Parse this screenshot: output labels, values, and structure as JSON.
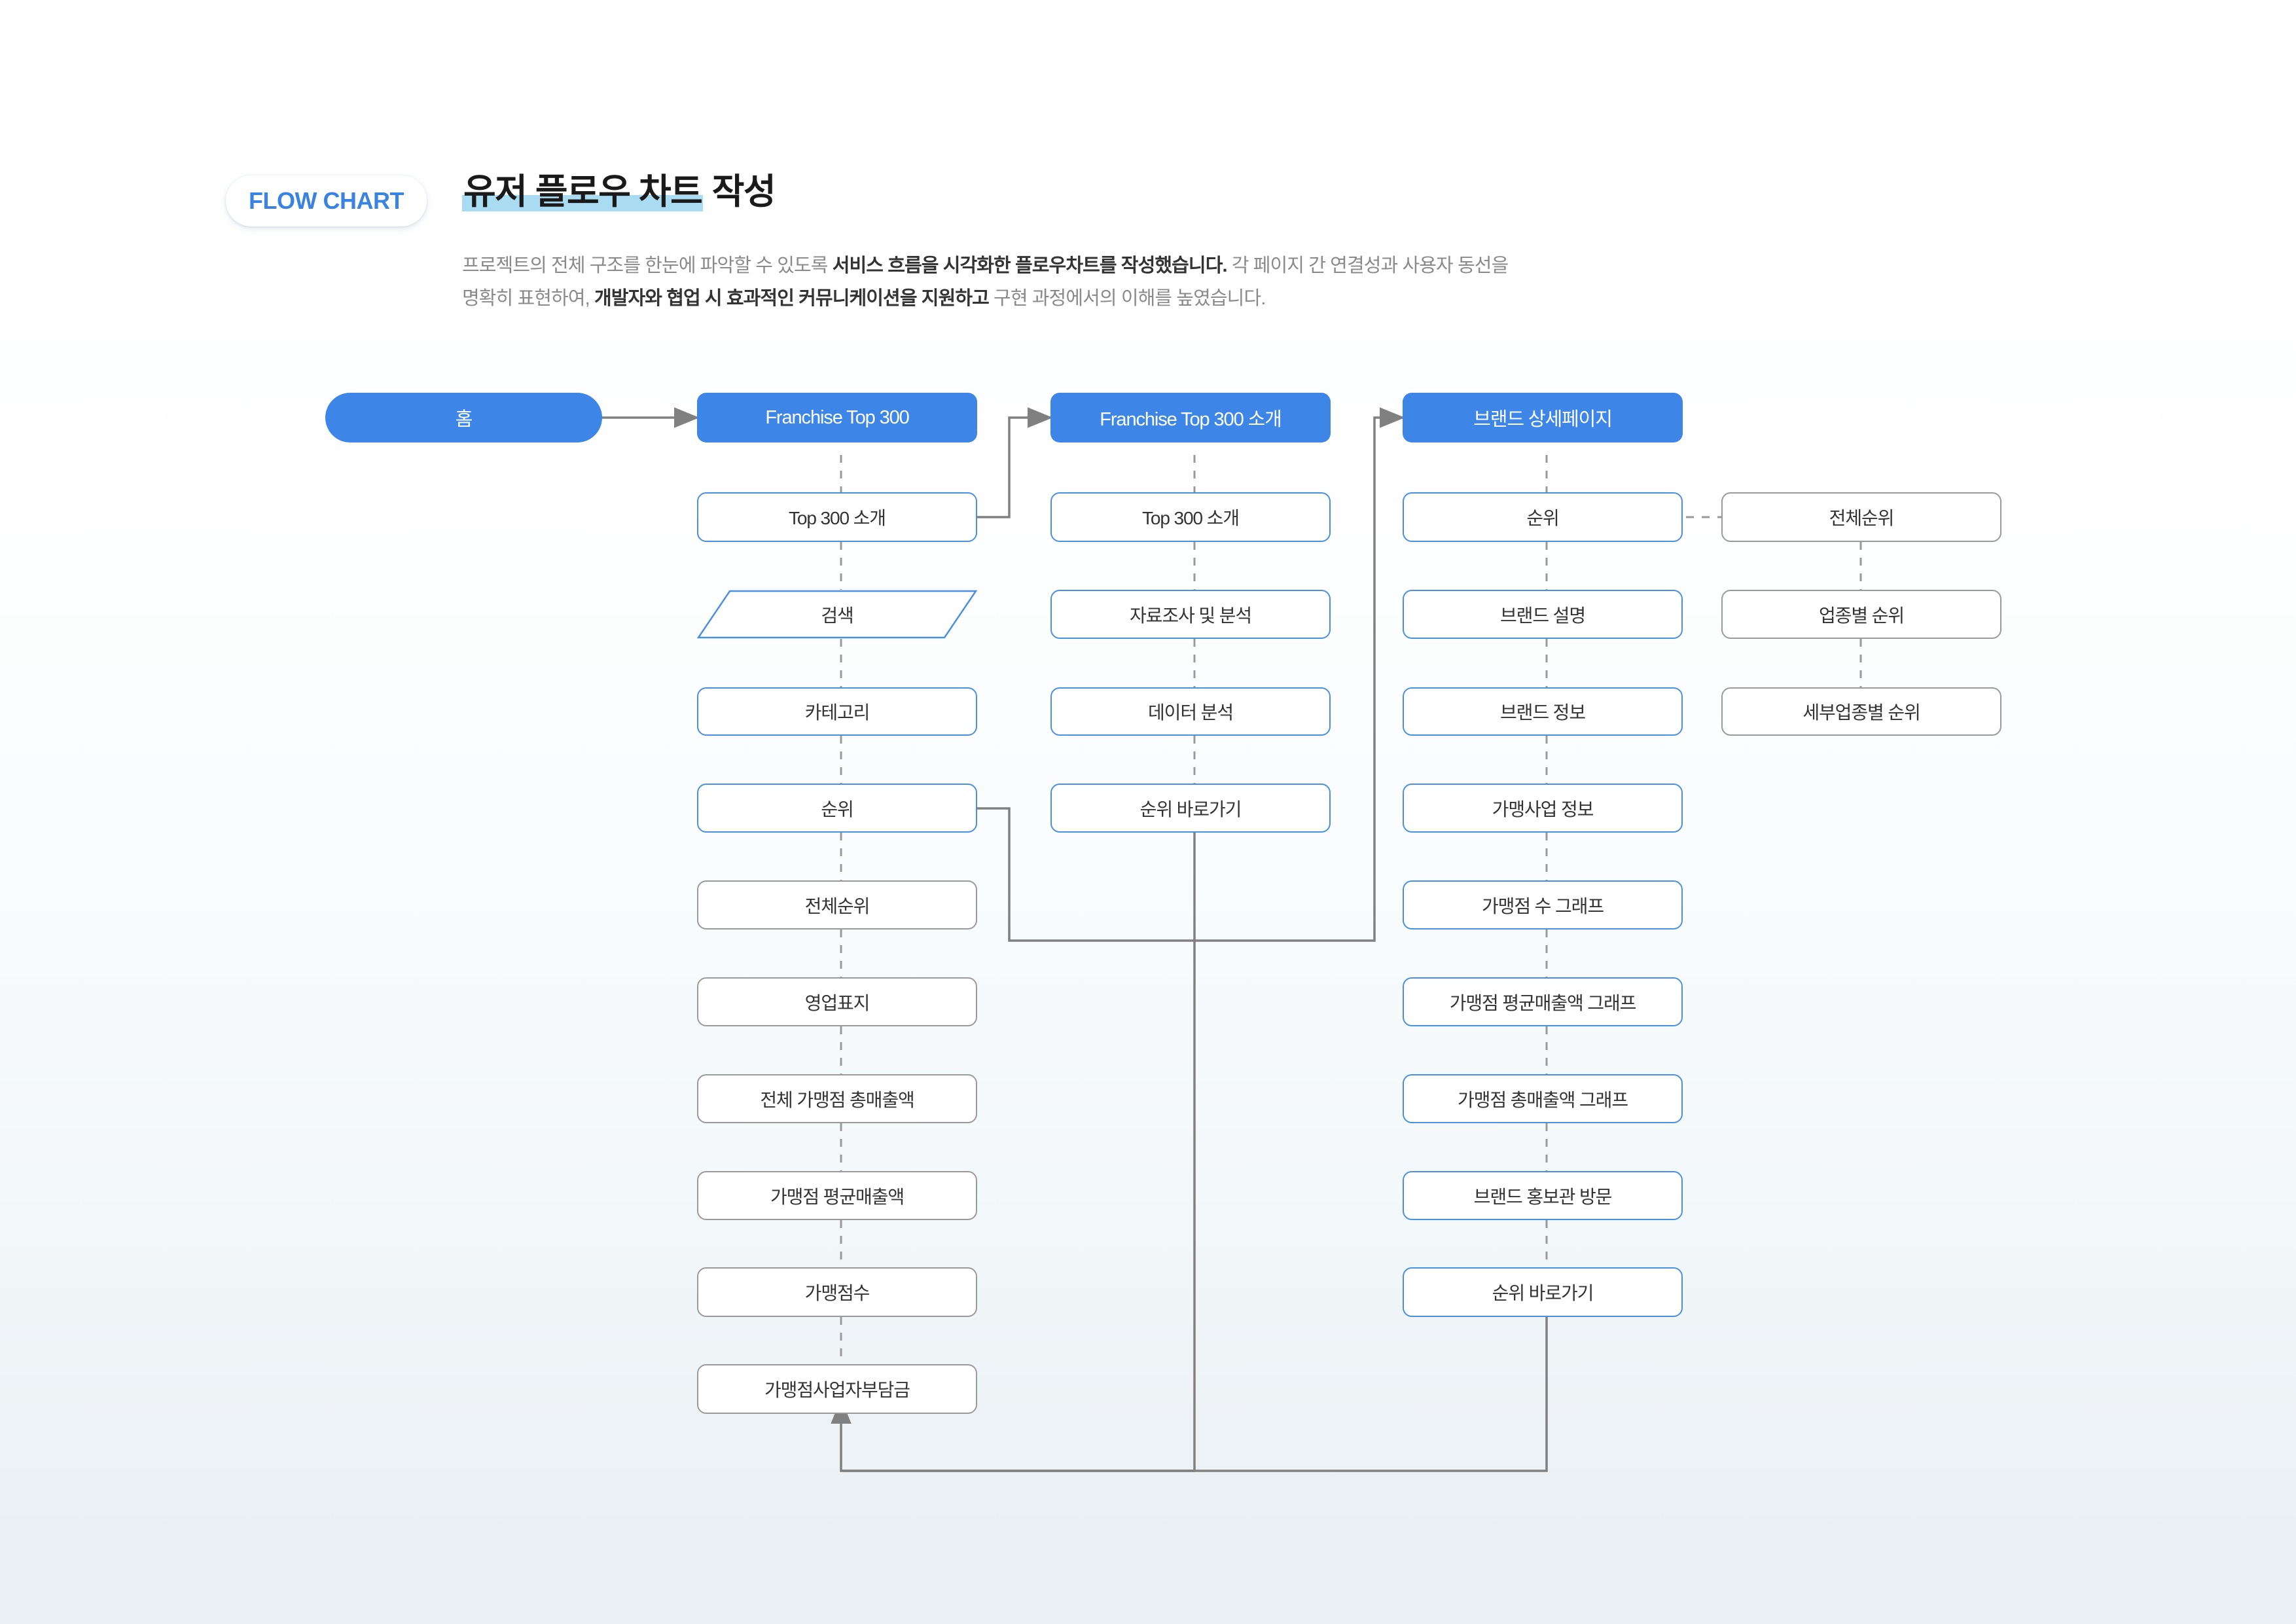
{
  "header": {
    "badge_label": "FLOW CHART",
    "title_highlight": "유저 플로우 차트",
    "title_rest": " 작성",
    "description_line1_a": "프로젝트의 전체 구조를 한눈에 파악할 수 있도록 ",
    "description_line1_b": "서비스 흐름을 시각화한 플로우차트를 작성했습니다.",
    "description_line1_c": " 각 페이지 간 연결성과 사용자 동선을",
    "description_line2_a": "명확히 표현하여, ",
    "description_line2_b": "개발자와 협업 시 효과적인 커뮤니케이션을 지원하고",
    "description_line2_c": " 구현 과정에서의 이해를 높였습니다."
  },
  "colors": {
    "accent_blue": "#3d86e8",
    "node_blue_border": "#4a90e2",
    "node_gray_border": "#9a9a9a",
    "link_gray": "#808080",
    "title_highlight": "#a9dcf2",
    "badge_text": "#3b83e0"
  },
  "chart_data": {
    "type": "flowchart",
    "title": "유저 플로우 차트 작성",
    "columns": [
      {
        "id": "col-home",
        "header": {
          "id": "home",
          "label": "홈",
          "shape": "pill",
          "style": "head"
        },
        "nodes": []
      },
      {
        "id": "col-franchise-top-300",
        "header": {
          "id": "franchise-top-300",
          "label": "Franchise Top 300",
          "shape": "rounded-rect",
          "style": "head"
        },
        "nodes": [
          {
            "id": "top-300-intro-1",
            "label": "Top 300 소개",
            "shape": "rounded-rect",
            "style": "blue"
          },
          {
            "id": "search",
            "label": "검색",
            "shape": "parallelogram",
            "style": "blue"
          },
          {
            "id": "category",
            "label": "카테고리",
            "shape": "rounded-rect",
            "style": "blue"
          },
          {
            "id": "rank-1",
            "label": "순위",
            "shape": "rounded-rect",
            "style": "blue"
          },
          {
            "id": "overall-rank-1",
            "label": "전체순위",
            "shape": "rounded-rect",
            "style": "gray"
          },
          {
            "id": "business-cover",
            "label": "영업표지",
            "shape": "rounded-rect",
            "style": "gray"
          },
          {
            "id": "total-franchise-revenue",
            "label": "전체 가맹점 총매출액",
            "shape": "rounded-rect",
            "style": "gray"
          },
          {
            "id": "avg-franchise-revenue",
            "label": "가맹점 평균매출액",
            "shape": "rounded-rect",
            "style": "gray"
          },
          {
            "id": "franchise-count",
            "label": "가맹점수",
            "shape": "rounded-rect",
            "style": "gray"
          },
          {
            "id": "franchise-owner-fee",
            "label": "가맹점사업자부담금",
            "shape": "rounded-rect",
            "style": "gray"
          }
        ]
      },
      {
        "id": "col-franchise-top-300-intro",
        "header": {
          "id": "franchise-top-300-intro",
          "label": "Franchise Top 300 소개",
          "shape": "rounded-rect",
          "style": "head"
        },
        "nodes": [
          {
            "id": "top-300-intro-2",
            "label": "Top 300 소개",
            "shape": "rounded-rect",
            "style": "blue"
          },
          {
            "id": "research-analysis",
            "label": "자료조사 및 분석",
            "shape": "rounded-rect",
            "style": "blue"
          },
          {
            "id": "data-analysis",
            "label": "데이터 분석",
            "shape": "rounded-rect",
            "style": "blue"
          },
          {
            "id": "rank-shortcut-1",
            "label": "순위 바로가기",
            "shape": "rounded-rect",
            "style": "blue"
          }
        ]
      },
      {
        "id": "col-brand-detail",
        "header": {
          "id": "brand-detail-page",
          "label": "브랜드 상세페이지",
          "shape": "rounded-rect",
          "style": "head"
        },
        "nodes": [
          {
            "id": "rank-2",
            "label": "순위",
            "shape": "rounded-rect",
            "style": "blue"
          },
          {
            "id": "brand-description",
            "label": "브랜드 설명",
            "shape": "rounded-rect",
            "style": "blue"
          },
          {
            "id": "brand-info",
            "label": "브랜드 정보",
            "shape": "rounded-rect",
            "style": "blue"
          },
          {
            "id": "franchise-business-info",
            "label": "가맹사업 정보",
            "shape": "rounded-rect",
            "style": "blue"
          },
          {
            "id": "franchise-count-graph",
            "label": "가맹점 수 그래프",
            "shape": "rounded-rect",
            "style": "blue"
          },
          {
            "id": "avg-revenue-graph",
            "label": "가맹점 평균매출액 그래프",
            "shape": "rounded-rect",
            "style": "blue"
          },
          {
            "id": "total-revenue-graph",
            "label": "가맹점 총매출액 그래프",
            "shape": "rounded-rect",
            "style": "blue"
          },
          {
            "id": "brand-showroom-visit",
            "label": "브랜드 홍보관 방문",
            "shape": "rounded-rect",
            "style": "blue"
          },
          {
            "id": "rank-shortcut-2",
            "label": "순위 바로가기",
            "shape": "rounded-rect",
            "style": "blue"
          }
        ]
      },
      {
        "id": "col-rank-detail",
        "header": null,
        "nodes": [
          {
            "id": "overall-rank-2",
            "label": "전체순위",
            "shape": "rounded-rect",
            "style": "gray"
          },
          {
            "id": "rank-by-industry",
            "label": "업종별 순위",
            "shape": "rounded-rect",
            "style": "gray"
          },
          {
            "id": "rank-by-sub-industry",
            "label": "세부업종별 순위",
            "shape": "rounded-rect",
            "style": "gray"
          }
        ]
      }
    ],
    "edges": [
      {
        "from": "home",
        "to": "franchise-top-300",
        "type": "solid-arrow"
      },
      {
        "from": "top-300-intro-1",
        "to": "franchise-top-300-intro",
        "type": "solid-arrow"
      },
      {
        "from": "rank-1",
        "to": "brand-detail-page",
        "type": "solid-arrow"
      },
      {
        "from": "rank-2",
        "to": "overall-rank-2",
        "type": "dashed"
      },
      {
        "from": "rank-shortcut-1",
        "to": "franchise-owner-fee",
        "type": "solid-arrow"
      },
      {
        "from": "rank-shortcut-2",
        "to": "franchise-owner-fee",
        "type": "solid-arrow"
      }
    ]
  }
}
